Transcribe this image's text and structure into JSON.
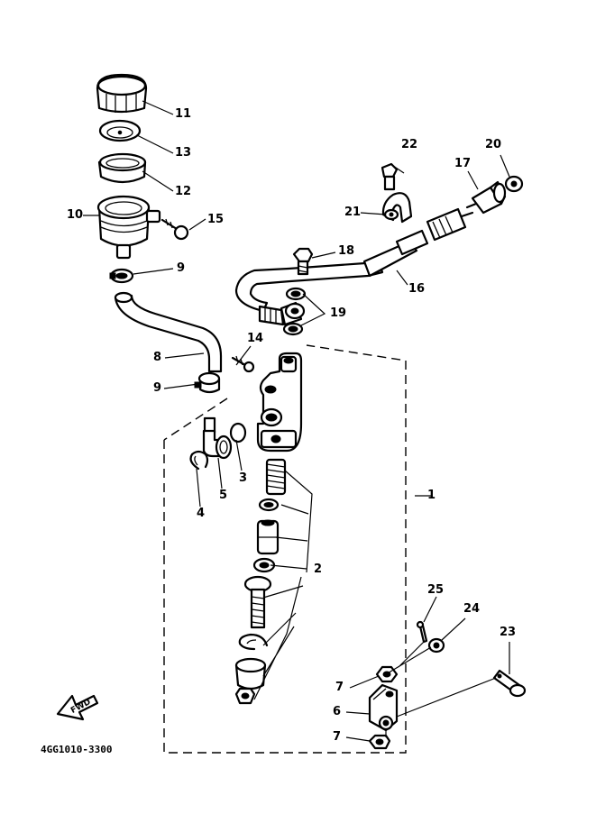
{
  "callouts": [
    {
      "id": "c1",
      "text": "1"
    },
    {
      "id": "c2",
      "text": "2"
    },
    {
      "id": "c3",
      "text": "3"
    },
    {
      "id": "c4",
      "text": "4"
    },
    {
      "id": "c5",
      "text": "5"
    },
    {
      "id": "c6",
      "text": "6"
    },
    {
      "id": "c7a",
      "text": "7"
    },
    {
      "id": "c7b",
      "text": "7"
    },
    {
      "id": "c8",
      "text": "8"
    },
    {
      "id": "c9a",
      "text": "9"
    },
    {
      "id": "c9b",
      "text": "9"
    },
    {
      "id": "c10",
      "text": "10"
    },
    {
      "id": "c11",
      "text": "11"
    },
    {
      "id": "c12",
      "text": "12"
    },
    {
      "id": "c13",
      "text": "13"
    },
    {
      "id": "c14",
      "text": "14"
    },
    {
      "id": "c15",
      "text": "15"
    },
    {
      "id": "c16",
      "text": "16"
    },
    {
      "id": "c17",
      "text": "17"
    },
    {
      "id": "c18",
      "text": "18"
    },
    {
      "id": "c19",
      "text": "19"
    },
    {
      "id": "c20",
      "text": "20"
    },
    {
      "id": "c21",
      "text": "21"
    },
    {
      "id": "c22",
      "text": "22"
    },
    {
      "id": "c23",
      "text": "23"
    },
    {
      "id": "c24",
      "text": "24"
    },
    {
      "id": "c25",
      "text": "25"
    }
  ],
  "fwd_label": "FWD",
  "drawing_code": "4GG1010-3300"
}
